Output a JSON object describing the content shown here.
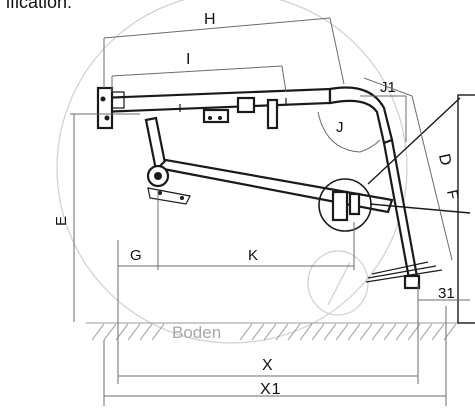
{
  "caption_fragment": "ification:",
  "labels": {
    "H": "H",
    "I": "I",
    "J1": "J1",
    "J": "J",
    "D": "D",
    "F": "F",
    "E": "E",
    "G": "G",
    "K": "K",
    "X": "X",
    "X1": "X1",
    "dim31": "31",
    "ground": "Boden"
  },
  "colors": {
    "frame": "#1a1a1a",
    "dimension_lines": "#6b6b6b",
    "wheel_outline": "#cfcfcf",
    "ground_hatch": "#9a9a9a"
  }
}
